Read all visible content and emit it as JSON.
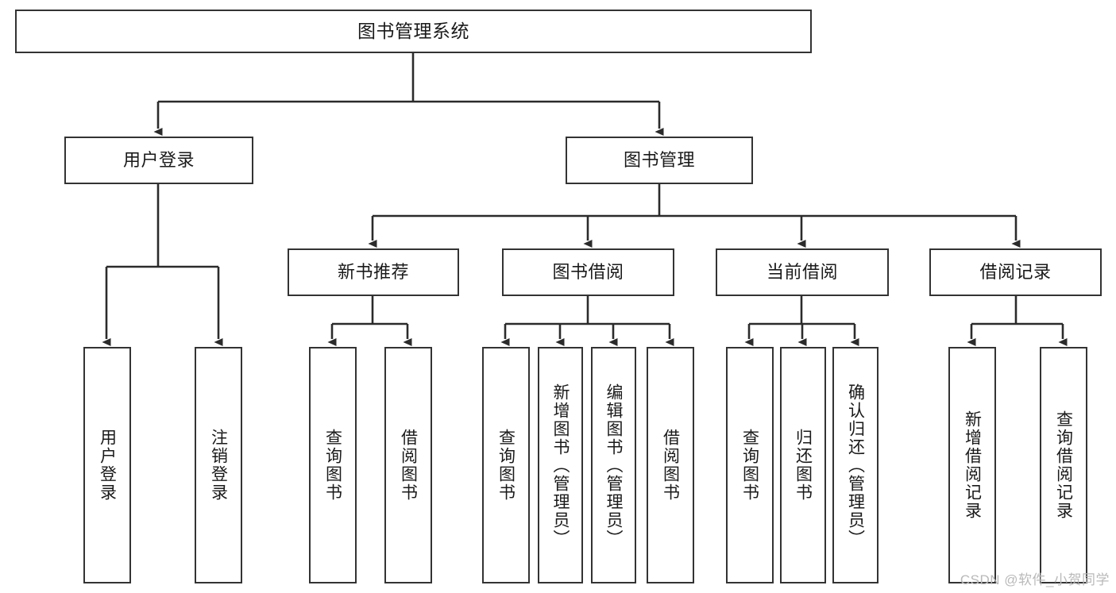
{
  "diagram": {
    "type": "tree",
    "title_node": {
      "id": "root",
      "label": "图书管理系统"
    },
    "level2": [
      {
        "id": "user-login",
        "label": "用户登录"
      },
      {
        "id": "book-management",
        "label": "图书管理"
      }
    ],
    "level3": [
      {
        "id": "new-book-recommend",
        "label": "新书推荐",
        "parent": "book-management"
      },
      {
        "id": "book-borrow",
        "label": "图书借阅",
        "parent": "book-management"
      },
      {
        "id": "current-borrow",
        "label": "当前借阅",
        "parent": "book-management"
      },
      {
        "id": "borrow-record",
        "label": "借阅记录",
        "parent": "book-management"
      }
    ],
    "leaves": {
      "user_login": [
        {
          "id": "leaf-user-login",
          "label": "用户登录"
        },
        {
          "id": "leaf-user-logout",
          "label": "注销登录"
        }
      ],
      "new_book_recommend": [
        {
          "id": "leaf-query-book-1",
          "label": "查询图书"
        },
        {
          "id": "leaf-borrow-book-1",
          "label": "借阅图书"
        }
      ],
      "book_borrow": [
        {
          "id": "leaf-query-book-2",
          "label": "查询图书"
        },
        {
          "id": "leaf-add-book",
          "label": "新增图书（管理员）"
        },
        {
          "id": "leaf-edit-book",
          "label": "编辑图书（管理员）"
        },
        {
          "id": "leaf-borrow-book-2",
          "label": "借阅图书"
        }
      ],
      "current_borrow": [
        {
          "id": "leaf-query-book-3",
          "label": "查询图书"
        },
        {
          "id": "leaf-return-book",
          "label": "归还图书"
        },
        {
          "id": "leaf-confirm-return",
          "label": "确认归还（管理员）"
        }
      ],
      "borrow_record": [
        {
          "id": "leaf-add-record",
          "label": "新增借阅记录"
        },
        {
          "id": "leaf-query-record",
          "label": "查询借阅记录"
        }
      ]
    }
  },
  "watermark": {
    "text": "CSDN @软件_小贺同学"
  },
  "colors": {
    "border": "#333333",
    "background": "#ffffff",
    "text": "#1a1a1a",
    "watermark": "#b9b9b9"
  }
}
